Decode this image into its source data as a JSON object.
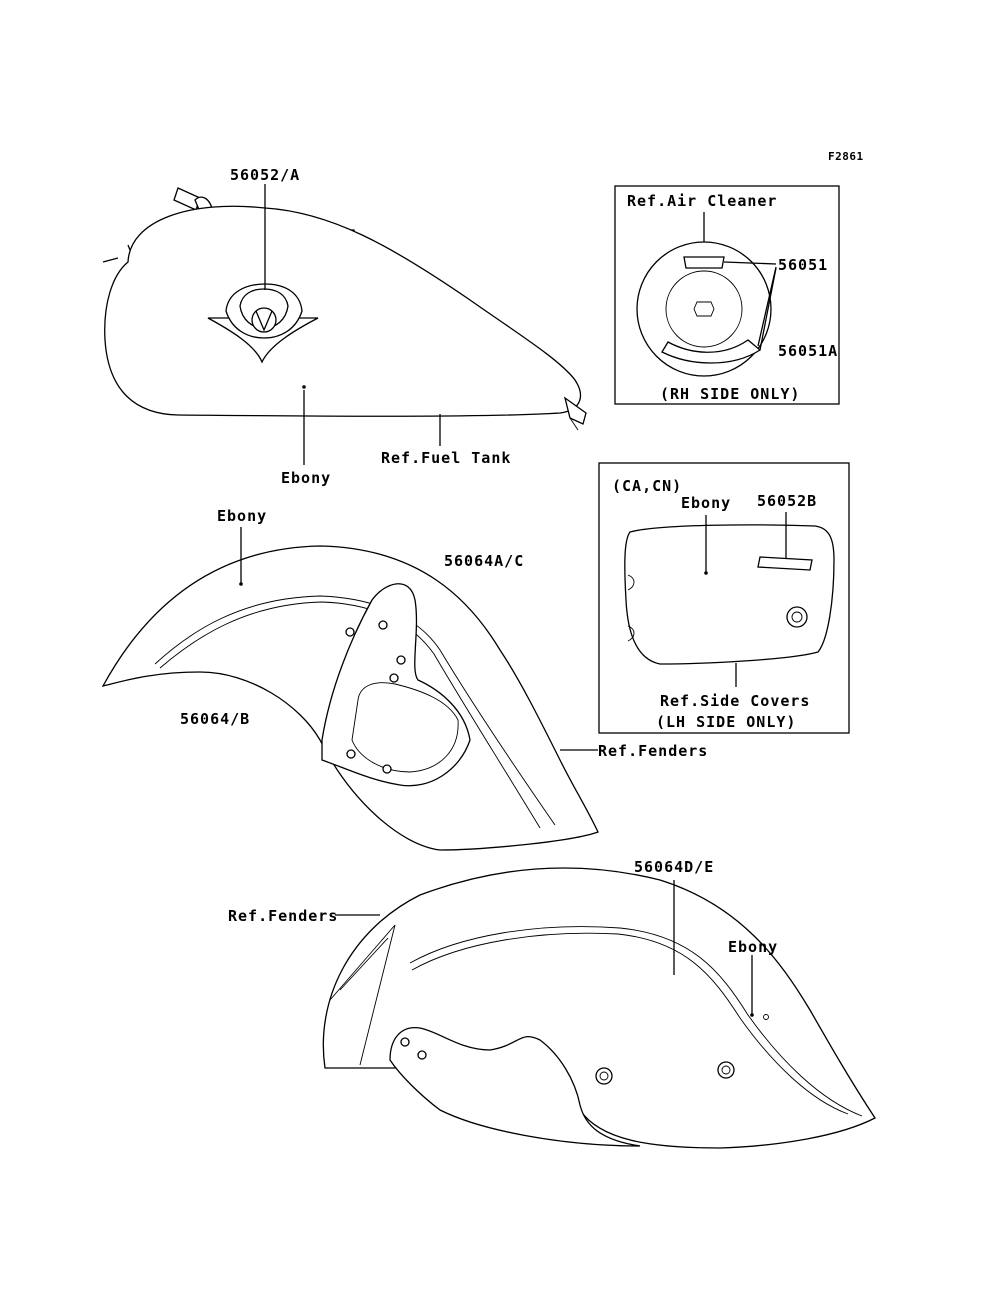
{
  "figure_code": "F2861",
  "labels": {
    "tank_emblem": "56052/A",
    "tank_ebony": "Ebony",
    "ref_fuel_tank": "Ref.Fuel Tank",
    "air_cleaner_title": "Ref.Air Cleaner",
    "air_cleaner_upper": "56051",
    "air_cleaner_lower": "56051A",
    "air_cleaner_note": "(RH SIDE ONLY)",
    "side_cover_region": "(CA,CN)",
    "side_cover_ebony": "Ebony",
    "side_cover_decal": "56052B",
    "ref_side_covers": "Ref.Side Covers",
    "side_cover_note": "(LH SIDE ONLY)",
    "front_fender_ebony": "Ebony",
    "front_fender_stripe": "56064A/C",
    "front_fender_stripe_b": "56064/B",
    "ref_fenders_front": "Ref.Fenders",
    "rear_fender_stripe": "56064D/E",
    "ref_fenders_rear": "Ref.Fenders",
    "rear_fender_ebony": "Ebony"
  }
}
